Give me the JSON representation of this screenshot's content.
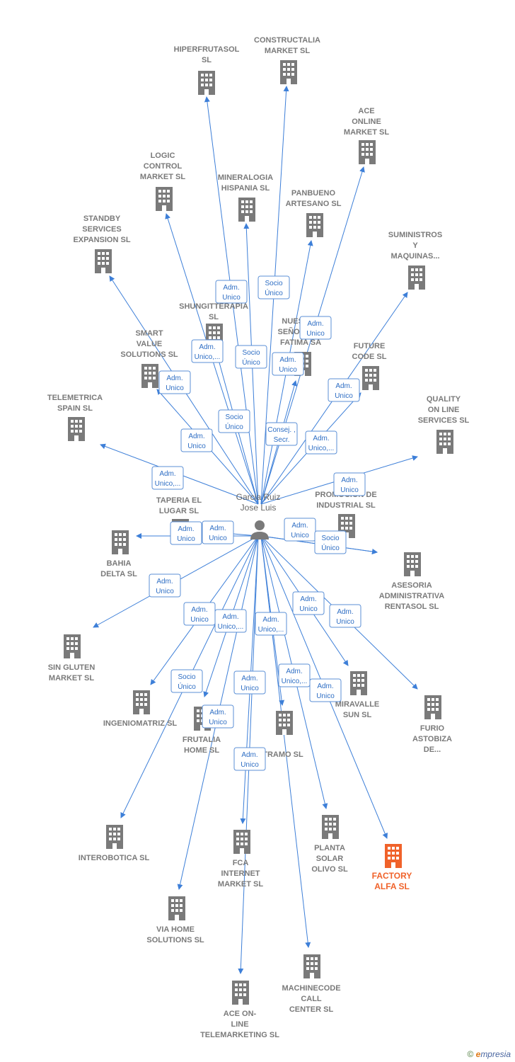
{
  "center": {
    "label_lines": [
      "Garcia Ruiz",
      "Jose Luis"
    ]
  },
  "colors": {
    "edge": "#3d7fd8",
    "building": "#7a7a7a",
    "highlight": "#f0622a"
  },
  "companies": [
    {
      "id": "hiperfrutasol",
      "lines": [
        "HIPERFRUTASOL",
        "SL"
      ]
    },
    {
      "id": "constructalia",
      "lines": [
        "CONSTRUCTALIA",
        "MARKET  SL"
      ]
    },
    {
      "id": "ace-online",
      "lines": [
        "ACE",
        "ONLINE",
        "MARKET SL"
      ]
    },
    {
      "id": "logic-control",
      "lines": [
        "LOGIC",
        "CONTROL",
        "MARKET  SL"
      ]
    },
    {
      "id": "mineralogia",
      "lines": [
        "MINERALOGIA",
        "HISPANIA  SL"
      ]
    },
    {
      "id": "panbueno",
      "lines": [
        "PANBUENO",
        "ARTESANO  SL"
      ]
    },
    {
      "id": "standby",
      "lines": [
        "STANDBY",
        "SERVICES",
        "EXPANSION SL"
      ]
    },
    {
      "id": "suministros",
      "lines": [
        "SUMINISTROS",
        "Y",
        "MAQUINAS..."
      ]
    },
    {
      "id": "shungitterapia",
      "lines": [
        "SHUNGITTERAPIA",
        "SL"
      ]
    },
    {
      "id": "nuestra-senora",
      "lines": [
        "NUESTRA",
        "SEÑORA DE",
        "FATIMA SA"
      ]
    },
    {
      "id": "smart-value",
      "lines": [
        "SMART",
        "VALUE",
        "SOLUTIONS SL"
      ]
    },
    {
      "id": "future-code",
      "lines": [
        "FUTURE",
        "CODE  SL"
      ]
    },
    {
      "id": "telemetrica",
      "lines": [
        "TELEMETRICA",
        "SPAIN  SL"
      ]
    },
    {
      "id": "quality",
      "lines": [
        "QUALITY",
        "ON LINE",
        "SERVICES  SL"
      ]
    },
    {
      "id": "taperia",
      "lines": [
        "TAPERIA EL",
        "LUGAR SL"
      ]
    },
    {
      "id": "promocion",
      "lines": [
        "PROMOCION DE",
        "INDUSTRIAL SL"
      ]
    },
    {
      "id": "bahia",
      "lines": [
        "BAHIA",
        "DELTA SL"
      ]
    },
    {
      "id": "asesoria",
      "lines": [
        "ASESORIA",
        "ADMINISTRATIVA",
        "RENTASOL SL"
      ]
    },
    {
      "id": "sin-gluten",
      "lines": [
        "SIN GLUTEN",
        "MARKET  SL"
      ]
    },
    {
      "id": "ingeniomatriz",
      "lines": [
        "INGENIOMATRIZ SL"
      ]
    },
    {
      "id": "frutalia",
      "lines": [
        "FRUTALIA",
        "HOME  SL"
      ]
    },
    {
      "id": "tramo",
      "lines": [
        "TRAMO  SL"
      ]
    },
    {
      "id": "miravalle",
      "lines": [
        "MIRAVALLE",
        "SUN  SL"
      ]
    },
    {
      "id": "furio",
      "lines": [
        "FURIO",
        "ASTOBIZA",
        "DE..."
      ]
    },
    {
      "id": "interobotica",
      "lines": [
        "INTEROBOTICA SL"
      ]
    },
    {
      "id": "fca",
      "lines": [
        "FCA",
        "INTERNET",
        "MARKET  SL"
      ]
    },
    {
      "id": "planta-solar",
      "lines": [
        "PLANTA",
        "SOLAR",
        "OLIVO SL"
      ]
    },
    {
      "id": "factory-alfa",
      "lines": [
        "FACTORY",
        "ALFA  SL"
      ],
      "highlight": true
    },
    {
      "id": "via-home",
      "lines": [
        "VIA HOME",
        "SOLUTIONS SL"
      ]
    },
    {
      "id": "machinecode",
      "lines": [
        "MACHINECODE",
        "CALL",
        "CENTER  SL"
      ]
    },
    {
      "id": "ace-on-line",
      "lines": [
        "ACE ON-",
        "LINE",
        "TELEMARKETING SL"
      ]
    }
  ],
  "badges": [
    [
      "Adm.",
      "Unico"
    ],
    [
      "Socio",
      "Único"
    ],
    [
      "Adm.",
      "Unico"
    ],
    [
      "Adm.",
      "Unico,..."
    ],
    [
      "Socio",
      "Único"
    ],
    [
      "Adm.",
      "Unico"
    ],
    [
      "Adm.",
      "Unico"
    ],
    [
      "Adm.",
      "Unico"
    ],
    [
      "Socio",
      "Único"
    ],
    [
      "Consej. ,",
      "Secr."
    ],
    [
      "Adm.",
      "Unico,..."
    ],
    [
      "Adm.",
      "Unico,..."
    ],
    [
      "Adm.",
      "Unico"
    ],
    [
      "Adm.",
      "Unico"
    ],
    [
      "Adm.",
      "Unico"
    ],
    [
      "Adm.",
      "Unico"
    ],
    [
      "Adm.",
      "Unico"
    ],
    [
      "Socio",
      "Único"
    ],
    [
      "Adm.",
      "Unico"
    ],
    [
      "Adm.",
      "Unico"
    ],
    [
      "Adm.",
      "Unico,..."
    ],
    [
      "Adm.",
      "Unico,..."
    ],
    [
      "Adm.",
      "Unico"
    ],
    [
      "Adm.",
      "Unico"
    ],
    [
      "Socio",
      "Único"
    ],
    [
      "Adm.",
      "Unico"
    ],
    [
      "Adm.",
      "Unico,..."
    ],
    [
      "Adm.",
      "Unico"
    ],
    [
      "Adm.",
      "Unico"
    ],
    [
      "Adm.",
      "Unico"
    ]
  ],
  "footer": {
    "copyright": "©",
    "brand_e": "e",
    "brand_rest": "mpresia"
  }
}
